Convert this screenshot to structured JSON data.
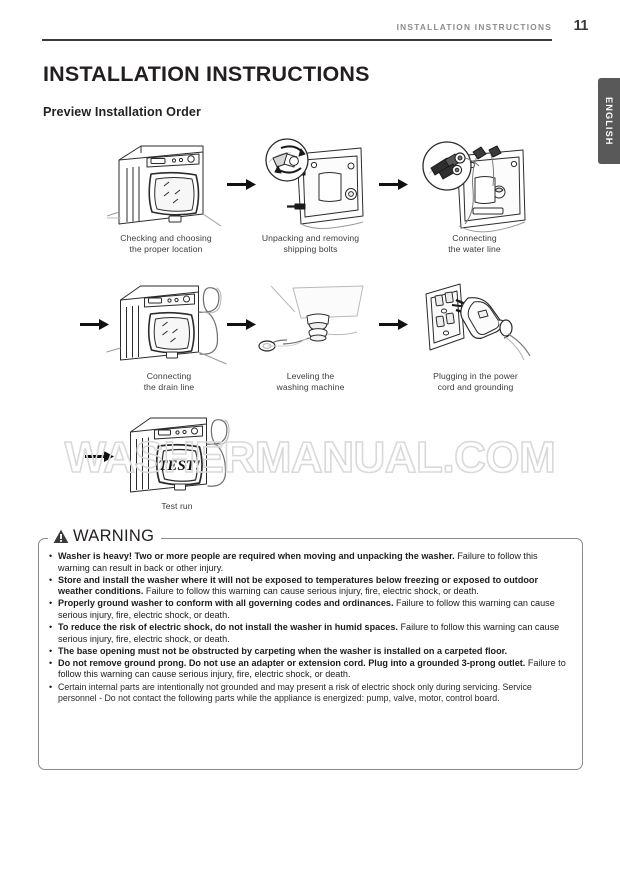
{
  "header": {
    "title": "INSTALLATION INSTRUCTIONS",
    "page_number": "11",
    "side_tab": "ENGLISH"
  },
  "chapter_title": "INSTALLATION INSTRUCTIONS",
  "section_title": "Preview Installation Order",
  "watermark": "WASHERMANUAL.COM",
  "steps": [
    {
      "icon": "washer-front-load-icon",
      "caption": "Checking and choosing\nthe proper location"
    },
    {
      "icon": "shipping-bolt-removal-icon",
      "caption": "Unpacking and removing\nshipping bolts"
    },
    {
      "icon": "water-line-connection-icon",
      "caption": "Connecting\nthe water line"
    },
    {
      "icon": "drain-line-connection-icon",
      "caption": "Connecting\nthe drain line"
    },
    {
      "icon": "leveling-leg-wrench-icon",
      "caption": "Leveling the\nwashing machine"
    },
    {
      "icon": "power-outlet-plug-icon",
      "caption": "Plugging in the power\ncord and grounding"
    },
    {
      "icon": "test-run-washer-icon",
      "caption": "Test run",
      "badge": "TEST!"
    }
  ],
  "warning": {
    "title": "WARNING",
    "icon": "warning-triangle-icon",
    "items": [
      {
        "lead": "Washer is heavy! Two or more people are required when moving and unpacking the washer.",
        "rest": " Failure to follow this warning can result in back or other injury.",
        "style": "bold-lead"
      },
      {
        "lead": "Store and install the washer where it will not be exposed to temperatures below freezing or exposed to outdoor weather conditions.",
        "rest": " Failure to follow this warning can cause serious injury, fire, electric shock, or death.",
        "style": "bold-lead"
      },
      {
        "lead": "Properly ground washer to conform with all governing codes and ordinances.",
        "rest": " Failure to follow this warning can cause serious injury, fire, electric shock, or death.",
        "style": "bold-lead"
      },
      {
        "lead": "To reduce the risk of electric shock, do not install the washer in humid spaces.",
        "rest": " Failure to follow this warning can cause serious injury, fire, electric shock, or death.",
        "style": "bold-lead"
      },
      {
        "lead": "The base opening must not be obstructed by carpeting when the washer is installed on a carpeted floor.",
        "rest": "",
        "style": "bold-lead"
      },
      {
        "lead": "Do not remove ground prong. Do not use an adapter or extension cord. Plug into a grounded 3-prong outlet.",
        "rest": " Failure to follow this warning can cause serious injury, fire, electric shock, or death.",
        "style": "bold-lead"
      },
      {
        "lead": "",
        "rest": "Certain internal parts are intentionally not grounded and may present a risk of electric shock only during servicing. Service personnel - Do not contact the following parts while the appliance is energized: pump, valve, motor, control board.",
        "style": "regular"
      }
    ]
  },
  "colors": {
    "ink": "#231f20",
    "header_gray": "#8c8c8c",
    "tab_bg": "#595959",
    "warning_border": "#8a8a8a",
    "watermark": "#d9d9d9"
  }
}
